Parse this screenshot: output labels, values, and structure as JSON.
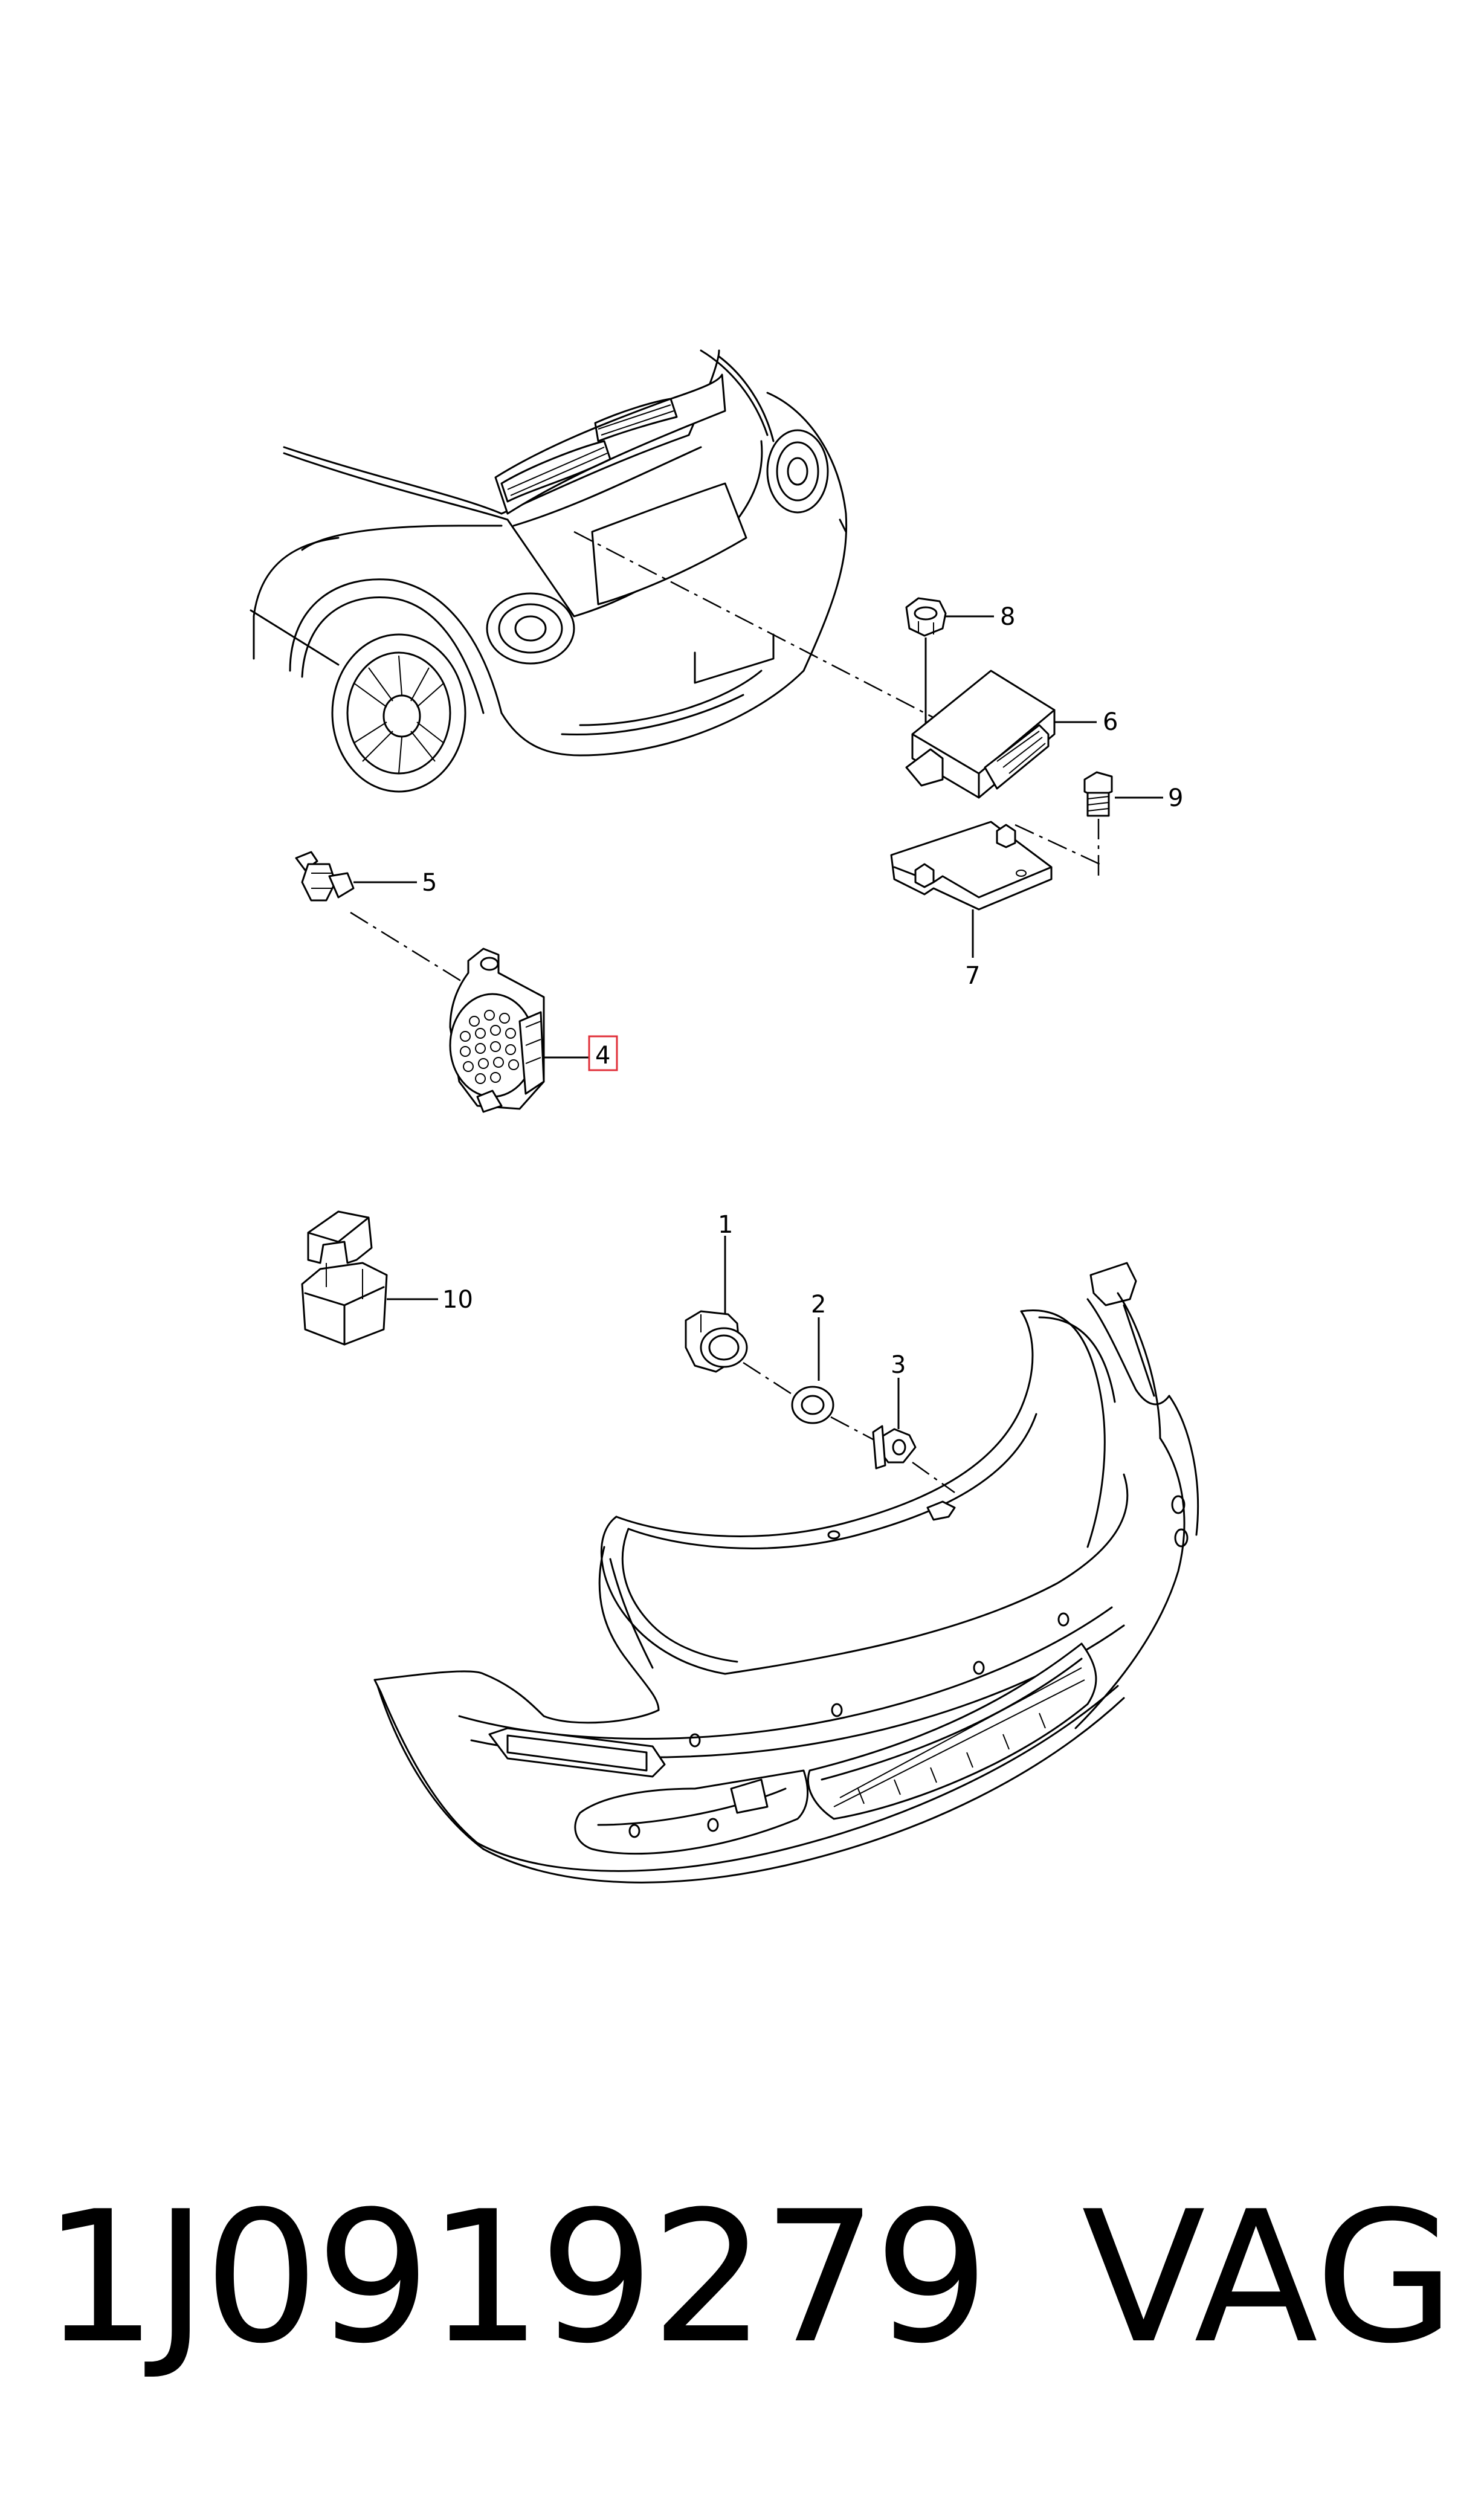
{
  "callouts": {
    "c1": "1",
    "c2": "2",
    "c3": "3",
    "c4": "4",
    "c5": "5",
    "c6": "6",
    "c7": "7",
    "c8": "8",
    "c9": "9",
    "c10": "10"
  },
  "highlighted_callout": "4",
  "highlight_color": "#e0303a",
  "footer": {
    "part_number": "1J0919279",
    "brand": "VAG"
  }
}
